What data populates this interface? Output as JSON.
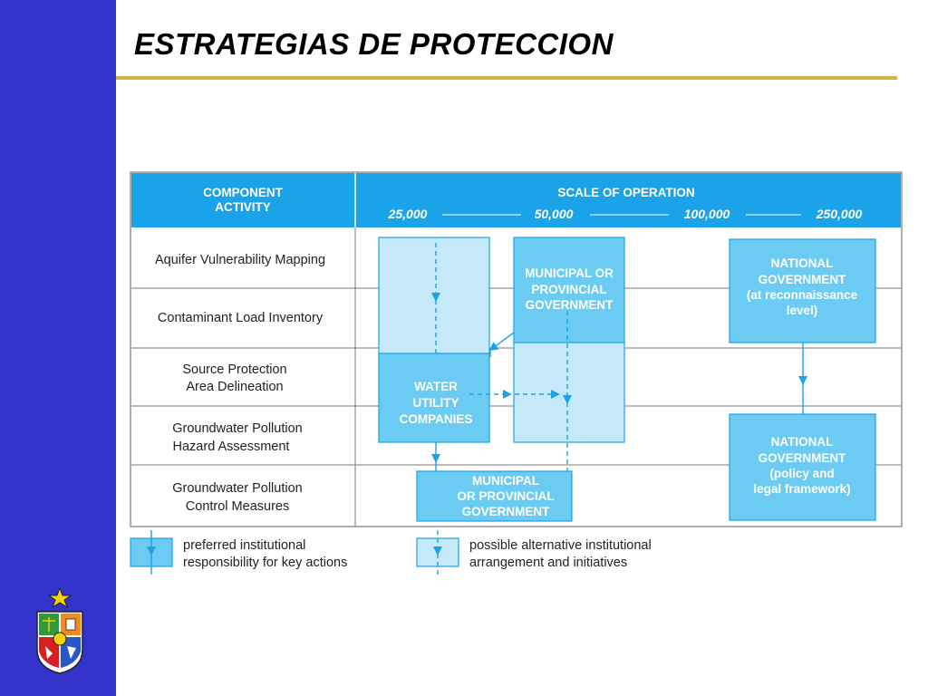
{
  "slide": {
    "title": "ESTRATEGIAS DE PROTECCION"
  },
  "colors": {
    "sidebar": "#3333cc",
    "rule": "#d4b43c",
    "header": "#1aa3e8",
    "box_preferred": "#6ccbf2",
    "box_possible": "#c6e9f9",
    "arrow": "#1aa3e8"
  },
  "table": {
    "component_header": [
      "COMPONENT",
      "ACTIVITY"
    ],
    "scale_header": "SCALE OF OPERATION",
    "scale_values": [
      "25,000",
      "50,000",
      "100,000",
      "250,000"
    ],
    "rows": [
      [
        "Aquifer Vulnerability Mapping"
      ],
      [
        "Contaminant Load Inventory"
      ],
      [
        "Source Protection",
        "Area Delineation"
      ],
      [
        "Groundwater Pollution",
        "Hazard Assessment"
      ],
      [
        "Groundwater Pollution",
        "Control Measures"
      ]
    ]
  },
  "boxes": {
    "water_utility": [
      "WATER",
      "UTILITY",
      "COMPANIES"
    ],
    "municipal_top": [
      "MUNICIPAL OR",
      "PROVINCIAL",
      "GOVERNMENT"
    ],
    "national_top": [
      "NATIONAL",
      "GOVERNMENT",
      "(at reconnaissance",
      "level)"
    ],
    "national_bottom": [
      "NATIONAL",
      "GOVERNMENT",
      "(policy and",
      "legal framework)"
    ],
    "municipal_bottom": [
      "MUNICIPAL",
      "OR PROVINCIAL",
      "GOVERNMENT"
    ]
  },
  "legend": {
    "preferred": [
      "preferred institutional",
      "responsibility for key actions"
    ],
    "possible": [
      "possible alternative institutional",
      "arrangement and initiatives"
    ]
  },
  "icons": [
    "star-icon",
    "university-crest-icon"
  ]
}
